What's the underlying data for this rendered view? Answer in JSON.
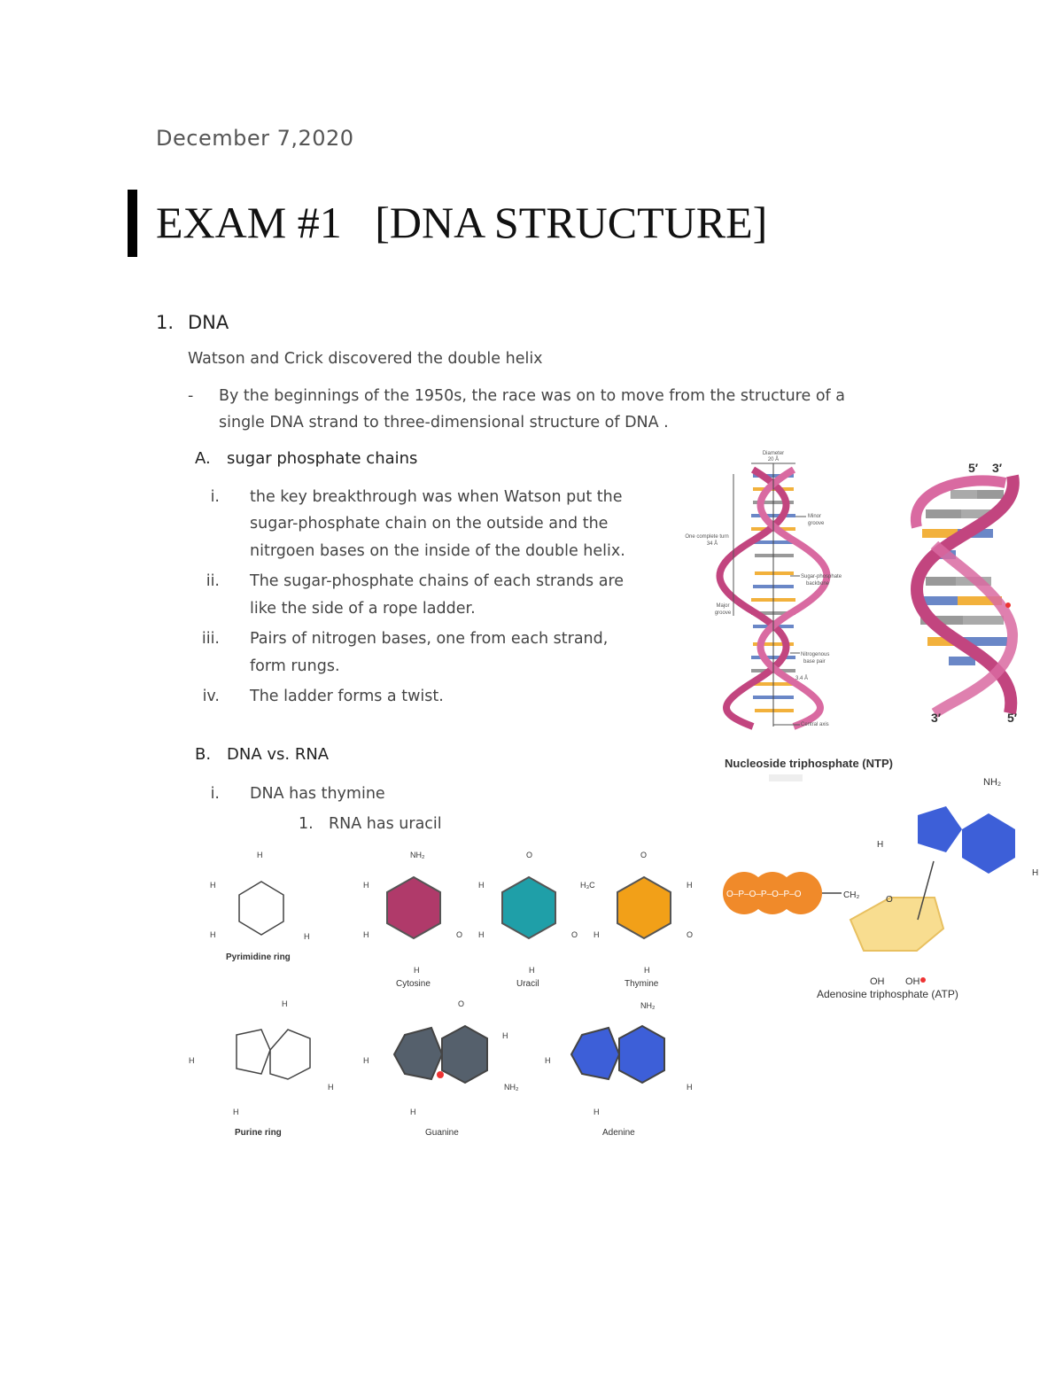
{
  "header": {
    "date": "December 7,2020",
    "title": "EXAM #1   [DNA STRUCTURE]"
  },
  "section1": {
    "number": "1.",
    "title": "DNA",
    "intro": "Watson and Crick discovered the double helix",
    "bullet_marker": "-",
    "bullet": [
      "By the beginnings of the 1950s, the race was on to move from the structure of a",
      "single DNA strand to three-dimensional structure of DNA  ."
    ],
    "sub_a": {
      "marker": "A.",
      "title": "sugar phosphate chains",
      "items": [
        {
          "marker": "i.",
          "lines": [
            "the key breakthrough was when Watson put the",
            "sugar-phosphate chain on the outside and the",
            "nitrgoen bases on the inside of the double helix."
          ]
        },
        {
          "marker": "ii.",
          "lines": [
            "The sugar-phosphate chains of each strands are",
            "like the side of a rope ladder."
          ]
        },
        {
          "marker": "iii.",
          "lines": [
            "Pairs of nitrogen bases, one from each strand,",
            "form rungs."
          ]
        },
        {
          "marker": "iv.",
          "lines": [
            "The ladder forms a twist."
          ]
        }
      ]
    },
    "sub_b": {
      "marker": "B.",
      "title": "DNA vs. RNA",
      "item_marker": "i.",
      "item": "DNA has thymine",
      "nested_marker": "1.",
      "nested": "RNA has uracil"
    }
  },
  "figures": {
    "helix_labels": {
      "diameter": "Diameter",
      "diameter_value": "20 Å",
      "turn": "One complete turn",
      "turn_value": "34 Å",
      "minor": "Minor",
      "minor2": "groove",
      "backbone": "Sugar-phosphate",
      "backbone2": "backbone",
      "major": "Major",
      "major2": "groove",
      "base_pair": "Nitrogenous",
      "base_pair2": "base pair",
      "spacing": "3.4 Å",
      "axis": "Central axis"
    },
    "ladder_labels": {
      "top_left": "5′",
      "top_right": "3′",
      "bottom_left": "3′",
      "bottom_right": "5′"
    },
    "ntp": {
      "title": "Nucleoside triphosphate (NTP)",
      "caption": "Adenosine triphosphate (ATP)"
    },
    "molecules": {
      "pyrimidine": "Pyrimidine ring",
      "cytosine": "Cytosine",
      "uracil": "Uracil",
      "thymine": "Thymine",
      "purine": "Purine ring",
      "guanine": "Guanine",
      "adenine": "Adenine"
    },
    "colors": {
      "cytosine": "#b03a6a",
      "uracil": "#1f9fa8",
      "thymine": "#f2a018",
      "guanine": "#55606c",
      "adenine": "#3d5fd8",
      "phosphate": "#f08a2a",
      "sugar": "#f8dd90",
      "helix": "#c2457f"
    }
  }
}
